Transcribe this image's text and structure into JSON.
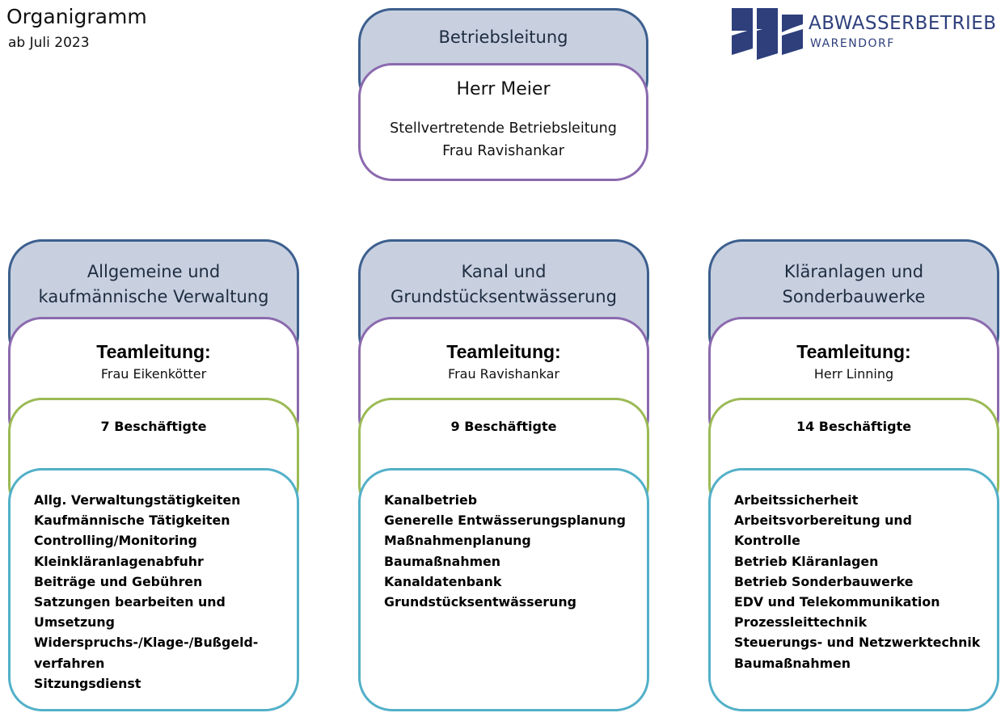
{
  "header": {
    "title": "Organigramm",
    "subtitle": "ab Juli 2023"
  },
  "logo": {
    "name": "ABWASSERBETRIEB",
    "sub": "WARENDORF",
    "color": "#2e3f7c"
  },
  "leadership": {
    "heading": "Betriebsleitung",
    "name": "Herr Meier",
    "deputy_title": "Stellvertretende Betriebsleitung",
    "deputy_name": "Frau Ravishankar"
  },
  "departments": [
    {
      "heading_line1": "Allgemeine und",
      "heading_line2": "kaufmännische Verwaltung",
      "lead_label": "Teamleitung:",
      "lead_name": "Frau Eikenkötter",
      "staff": "7 Beschäftigte",
      "tasks": [
        "Allg. Verwaltungstätigkeiten",
        "Kaufmännische Tätigkeiten",
        "Controlling/Monitoring",
        "Kleinkläranlagenabfuhr",
        "Beiträge und Gebühren",
        "Satzungen bearbeiten und",
        "Umsetzung",
        "Widerspruchs-/Klage-/Bußgeld-",
        "verfahren",
        "Sitzungsdienst"
      ]
    },
    {
      "heading_line1": "Kanal und",
      "heading_line2": "Grundstücksentwässerung",
      "lead_label": "Teamleitung:",
      "lead_name": "Frau Ravishankar",
      "staff": "9 Beschäftigte",
      "tasks": [
        "Kanalbetrieb",
        "Generelle Entwässerungsplanung",
        "Maßnahmenplanung",
        "Baumaßnahmen",
        "Kanaldatenbank",
        "Grundstücksentwässerung"
      ]
    },
    {
      "heading_line1": "Kläranlagen und",
      "heading_line2": "Sonderbauwerke",
      "lead_label": "Teamleitung:",
      "lead_name": "Herr Linning",
      "staff": "14 Beschäftigte",
      "tasks": [
        "Arbeitssicherheit",
        "Arbeitsvorbereitung und",
        "Kontrolle",
        "Betrieb Kläranlagen",
        "Betrieb Sonderbauwerke",
        "EDV und Telekommunikation",
        "Prozessleittechnik",
        "Steuerungs- und Netzwerktechnik",
        "Baumaßnahmen"
      ]
    }
  ],
  "colors": {
    "header_fill": "#c8d0e0",
    "header_border": "#3c5f8e",
    "person_border": "#8b6aae",
    "count_border": "#9bba55",
    "tasks_border": "#52b0c8"
  }
}
